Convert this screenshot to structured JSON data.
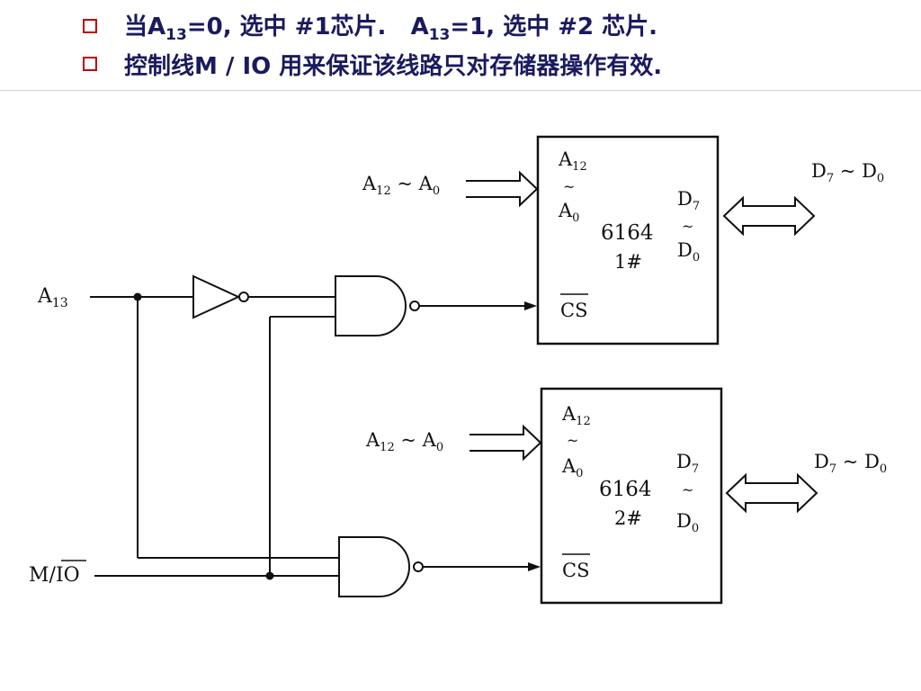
{
  "bullets": [
    {
      "pre": "当",
      "a1": "A",
      "a1_sub": "13",
      "a1_rest": "=0, 选中 #1芯片.",
      "a2": "A",
      "a2_sub": "13",
      "a2_rest": "=1,  选中 #2 芯片."
    },
    {
      "text": "控制线M / IO 用来保证该线路只对存储器操作有效."
    }
  ],
  "colors": {
    "bullet_accent": "#c00000",
    "text": "#1a1a5e",
    "line": "#111111"
  },
  "signals": {
    "a13": {
      "main": "A",
      "sub": "13"
    },
    "mio": {
      "pre": "M/",
      "over": "IO"
    }
  },
  "chips": [
    {
      "addr_in": {
        "a": "A",
        "s1": "12",
        "mid": " ~ A",
        "s2": "0"
      },
      "pin_a12": {
        "m": "A",
        "s": "12"
      },
      "tilde": "~",
      "pin_a0": {
        "m": "A",
        "s": "0"
      },
      "pin_d7": {
        "m": "D",
        "s": "7"
      },
      "pin_d0": {
        "m": "D",
        "s": "0"
      },
      "name": "6164",
      "number": "1#",
      "cs": "CS",
      "bus": {
        "a": "D",
        "s1": "7",
        "mid": "  ~ D",
        "s2": "0"
      }
    },
    {
      "addr_in": {
        "a": "A",
        "s1": "12",
        "mid": " ~ A",
        "s2": "0"
      },
      "pin_a12": {
        "m": "A",
        "s": "12"
      },
      "tilde": "~",
      "pin_a0": {
        "m": "A",
        "s": "0"
      },
      "pin_d7": {
        "m": "D",
        "s": "7"
      },
      "pin_d0": {
        "m": "D",
        "s": "0"
      },
      "name": "6164",
      "number": "2#",
      "cs": "CS",
      "bus": {
        "a": "D",
        "s1": "7",
        "mid": "  ~ D",
        "s2": "0"
      }
    }
  ]
}
